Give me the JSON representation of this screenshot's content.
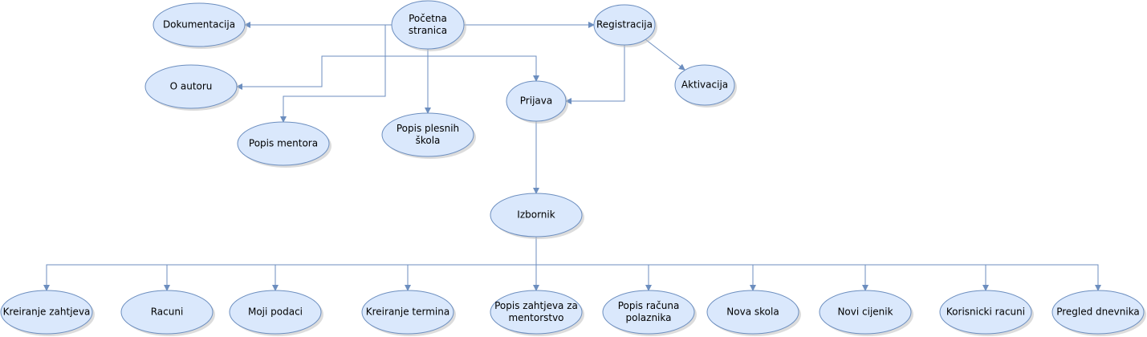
{
  "colors": {
    "node_fill": "#dae8fc",
    "node_stroke": "#6c8ebf",
    "edge": "#6c8ebf",
    "text": "#000000"
  },
  "nodes": {
    "pocetna": {
      "lines": [
        "Početna",
        "stranica"
      ]
    },
    "dokumentacija": {
      "lines": [
        "Dokumentacija"
      ]
    },
    "registracija": {
      "lines": [
        "Registracija"
      ]
    },
    "o_autoru": {
      "lines": [
        "O autoru"
      ]
    },
    "aktivacija": {
      "lines": [
        "Aktivacija"
      ]
    },
    "prijava": {
      "lines": [
        "Prijava"
      ]
    },
    "popis_mentora": {
      "lines": [
        "Popis mentora"
      ]
    },
    "popis_skola": {
      "lines": [
        "Popis plesnih",
        "škola"
      ]
    },
    "izbornik": {
      "lines": [
        "Izbornik"
      ]
    },
    "kreiranje_zahtjeva": {
      "lines": [
        "Kreiranje zahtjeva"
      ]
    },
    "racuni": {
      "lines": [
        "Racuni"
      ]
    },
    "moji_podaci": {
      "lines": [
        "Moji podaci"
      ]
    },
    "kreiranje_termina": {
      "lines": [
        "Kreiranje termina"
      ]
    },
    "popis_zahtjeva": {
      "lines": [
        "Popis zahtjeva za",
        "mentorstvo"
      ]
    },
    "popis_racuna": {
      "lines": [
        "Popis računa",
        "polaznika"
      ]
    },
    "nova_skola": {
      "lines": [
        "Nova skola"
      ]
    },
    "novi_cijenik": {
      "lines": [
        "Novi cijenik"
      ]
    },
    "korisnicki_racuni": {
      "lines": [
        "Korisnicki racuni"
      ]
    },
    "pregled_dnevnika": {
      "lines": [
        "Pregled dnevnika"
      ]
    }
  },
  "edges": [
    {
      "from": "pocetna",
      "to": "dokumentacija"
    },
    {
      "from": "pocetna",
      "to": "registracija"
    },
    {
      "from": "pocetna",
      "to": "o_autoru"
    },
    {
      "from": "pocetna",
      "to": "popis_mentora"
    },
    {
      "from": "pocetna",
      "to": "popis_skola"
    },
    {
      "from": "pocetna",
      "to": "prijava"
    },
    {
      "from": "registracija",
      "to": "aktivacija"
    },
    {
      "from": "registracija",
      "to": "prijava"
    },
    {
      "from": "prijava",
      "to": "izbornik"
    },
    {
      "from": "izbornik",
      "to": "kreiranje_zahtjeva"
    },
    {
      "from": "izbornik",
      "to": "racuni"
    },
    {
      "from": "izbornik",
      "to": "moji_podaci"
    },
    {
      "from": "izbornik",
      "to": "kreiranje_termina"
    },
    {
      "from": "izbornik",
      "to": "popis_zahtjeva"
    },
    {
      "from": "izbornik",
      "to": "popis_racuna"
    },
    {
      "from": "izbornik",
      "to": "nova_skola"
    },
    {
      "from": "izbornik",
      "to": "novi_cijenik"
    },
    {
      "from": "izbornik",
      "to": "korisnicki_racuni"
    },
    {
      "from": "izbornik",
      "to": "pregled_dnevnika"
    }
  ]
}
